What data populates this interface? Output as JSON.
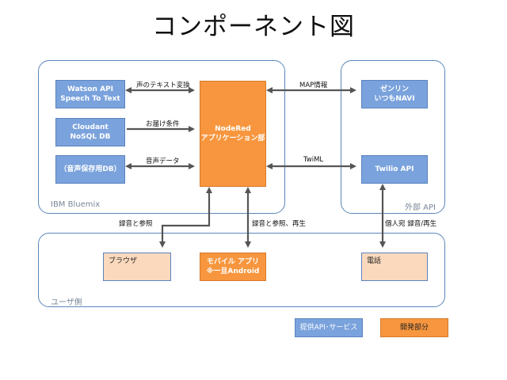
{
  "title": "コンポーネント図",
  "regions": {
    "bluemix": "IBM Bluemix",
    "external": "外部 API",
    "user": "ユーザ側"
  },
  "boxes": {
    "watson": "Watson API\nSpeech To Text",
    "cloudant": "Cloudant\nNoSQL DB",
    "voice_db": "（音声保存用DB）",
    "nodered": "NodeRed\nアプリケーション部",
    "zenrin": "ゼンリン\nいつもNAVI",
    "twilio": "Twilio API",
    "browser": "ブラウザ",
    "mobile": "モバイル アプリ\n※一旦Android",
    "phone": "電話"
  },
  "flows": {
    "speech_to_text": "声のテキスト変換",
    "delivery_terms": "お届け条件",
    "voice_data": "音声データ",
    "map_info": "MAP情報",
    "twiml": "TwiML",
    "record_view": "録音と参照",
    "record_view_play": "録音と参照、再生",
    "personal_record_play": "個人宛 録音/再生"
  },
  "legend": {
    "provided": "提供API･サービス",
    "developed": "開発部分"
  },
  "colors": {
    "border": "#5b86b8",
    "blue_box": "#7aa2dc",
    "orange_box": "#f7963e",
    "peach_box": "#fbd9bd",
    "arrow": "#555555"
  }
}
